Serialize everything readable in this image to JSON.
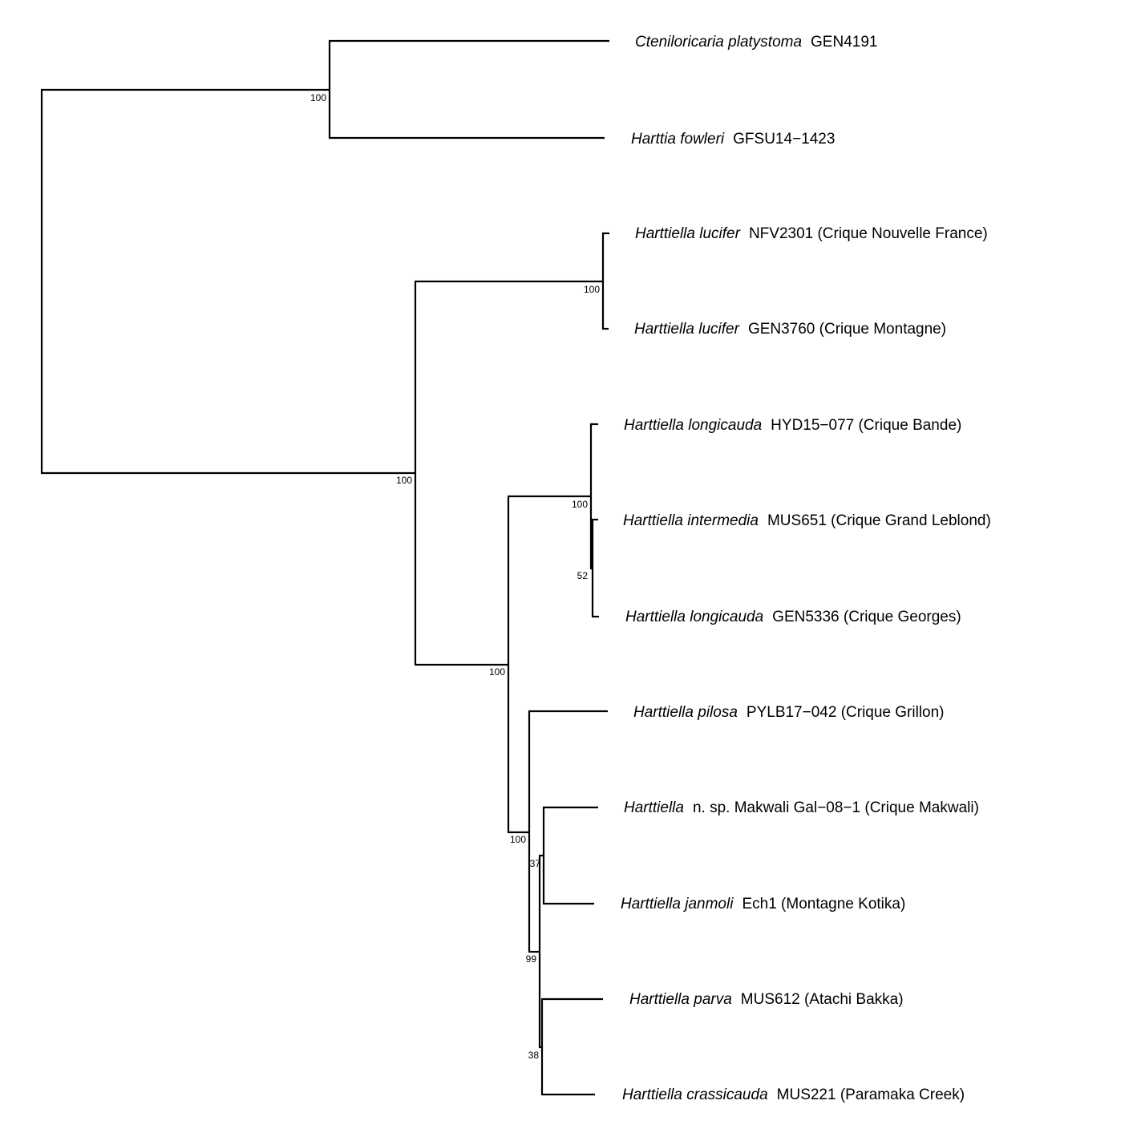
{
  "tree": {
    "tips": [
      {
        "species": "Cteniloricaria platystoma",
        "specimen": "GEN4191"
      },
      {
        "species": "Harttia fowleri",
        "specimen": "GFSU14−1423"
      },
      {
        "species": "Harttiella lucifer",
        "specimen": "NFV2301 (Crique Nouvelle France)"
      },
      {
        "species": "Harttiella lucifer",
        "specimen": "GEN3760 (Crique Montagne)"
      },
      {
        "species": "Harttiella longicauda",
        "specimen": "HYD15−077 (Crique Bande)"
      },
      {
        "species": "Harttiella intermedia",
        "specimen": "MUS651 (Crique Grand Leblond)"
      },
      {
        "species": "Harttiella longicauda",
        "specimen": "GEN5336 (Crique Georges)"
      },
      {
        "species": "Harttiella pilosa",
        "specimen": "PYLB17−042 (Crique Grillon)"
      },
      {
        "species": "Harttiella",
        "specimen": "n. sp. Makwali Gal−08−1 (Crique Makwali)"
      },
      {
        "species": "Harttiella janmoli",
        "specimen": "Ech1 (Montagne Kotika)"
      },
      {
        "species": "Harttiella parva",
        "specimen": "MUS612 (Atachi Bakka)"
      },
      {
        "species": "Harttiella crassicauda",
        "specimen": "MUS221 (Paramaka Creek)"
      }
    ],
    "support_values": [
      "100",
      "100",
      "100",
      "100",
      "52",
      "100",
      "100",
      "37",
      "99",
      "38"
    ]
  }
}
